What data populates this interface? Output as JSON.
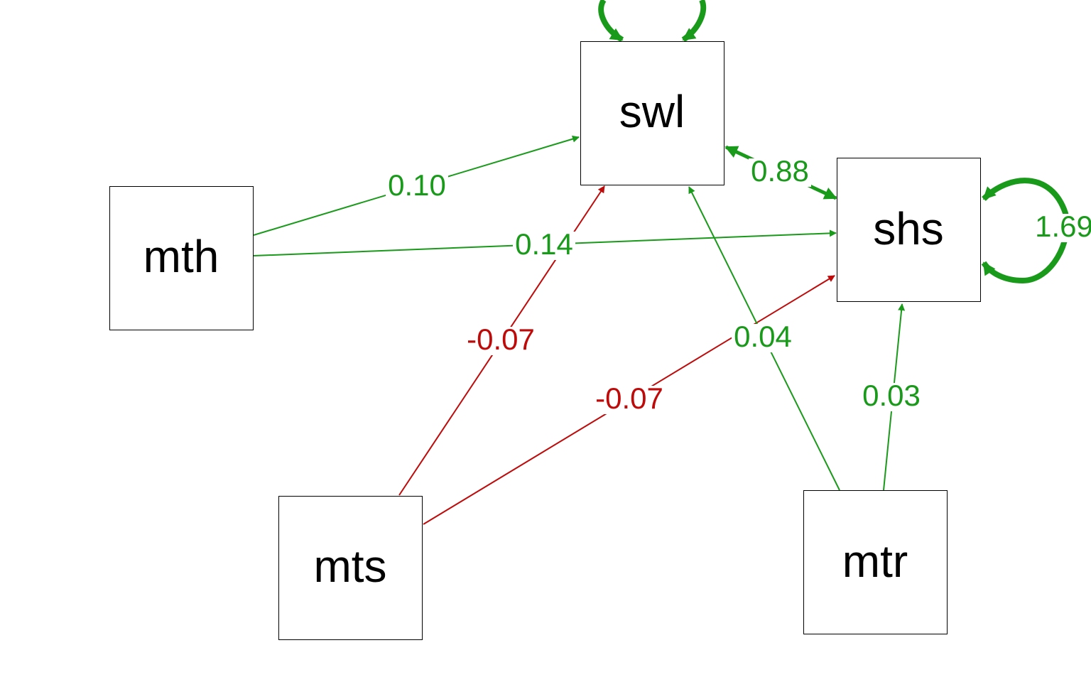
{
  "colors": {
    "positive": "#1a9a1a",
    "negative": "#bf0a0a",
    "node_border": "#000000",
    "background": "#ffffff"
  },
  "nodes": [
    {
      "id": "swl",
      "label": "swl"
    },
    {
      "id": "shs",
      "label": "shs"
    },
    {
      "id": "mth",
      "label": "mth"
    },
    {
      "id": "mts",
      "label": "mts"
    },
    {
      "id": "mtr",
      "label": "mtr"
    }
  ],
  "edges": [
    {
      "from": "mth",
      "to": "swl",
      "label": "0.10",
      "sign": "positive",
      "type": "directed"
    },
    {
      "from": "mth",
      "to": "shs",
      "label": "0.14",
      "sign": "positive",
      "type": "directed"
    },
    {
      "from": "mts",
      "to": "swl",
      "label": "-0.07",
      "sign": "negative",
      "type": "directed"
    },
    {
      "from": "mts",
      "to": "shs",
      "label": "-0.07",
      "sign": "negative",
      "type": "directed"
    },
    {
      "from": "mtr",
      "to": "swl",
      "label": "0.04",
      "sign": "positive",
      "type": "directed"
    },
    {
      "from": "mtr",
      "to": "shs",
      "label": "0.03",
      "sign": "positive",
      "type": "directed"
    },
    {
      "from": "swl",
      "to": "shs",
      "label": "0.88",
      "sign": "positive",
      "type": "covariance"
    }
  ],
  "self_loops": [
    {
      "node": "swl",
      "label": "",
      "sign": "positive"
    },
    {
      "node": "shs",
      "label": "1.69",
      "sign": "positive"
    }
  ]
}
